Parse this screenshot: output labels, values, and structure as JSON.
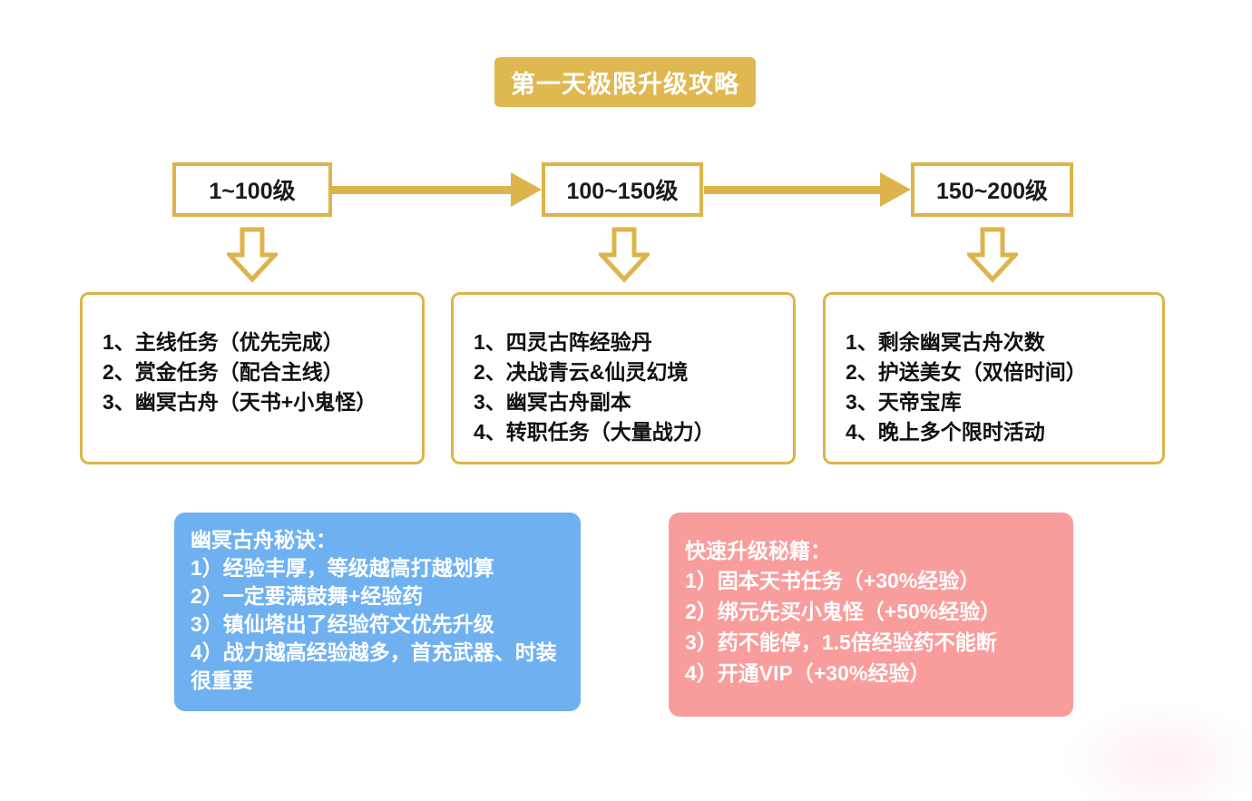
{
  "title": "第一天极限升级攻略",
  "flow": {
    "stages": [
      {
        "label": "1~100级",
        "items": [
          "1、主线任务（优先完成）",
          "2、赏金任务（配合主线）",
          "3、幽冥古舟（天书+小鬼怪）"
        ]
      },
      {
        "label": "100~150级",
        "items": [
          "1、四灵古阵经验丹",
          "2、决战青云&仙灵幻境",
          "3、幽冥古舟副本",
          "4、转职任务（大量战力）"
        ]
      },
      {
        "label": "150~200级",
        "items": [
          "1、剩余幽冥古舟次数",
          "2、护送美女（双倍时间）",
          "3、天帝宝库",
          "4、晚上多个限时活动"
        ]
      }
    ]
  },
  "tips": {
    "blue": {
      "title": "幽冥古舟秘诀：",
      "items": [
        "1）经验丰厚，等级越高打越划算",
        "2）一定要满鼓舞+经验药",
        "3）镇仙塔出了经验符文优先升级",
        "4）战力越高经验越多，首充武器、时装很重要"
      ]
    },
    "pink": {
      "title": "快速升级秘籍：",
      "items": [
        "1）固本天书任务（+30%经验）",
        "2）绑元先买小鬼怪（+50%经验）",
        "3）药不能停，1.5倍经验药不能断",
        "4）开通VIP（+30%经验）"
      ]
    }
  },
  "colors": {
    "gold": "#DDB44C",
    "gold_fill": "#E0B851",
    "blue_panel": "#6FB1F0",
    "pink_panel": "#F99C9C",
    "text_dark": "#111111",
    "text_light": "#FFFFFF"
  }
}
